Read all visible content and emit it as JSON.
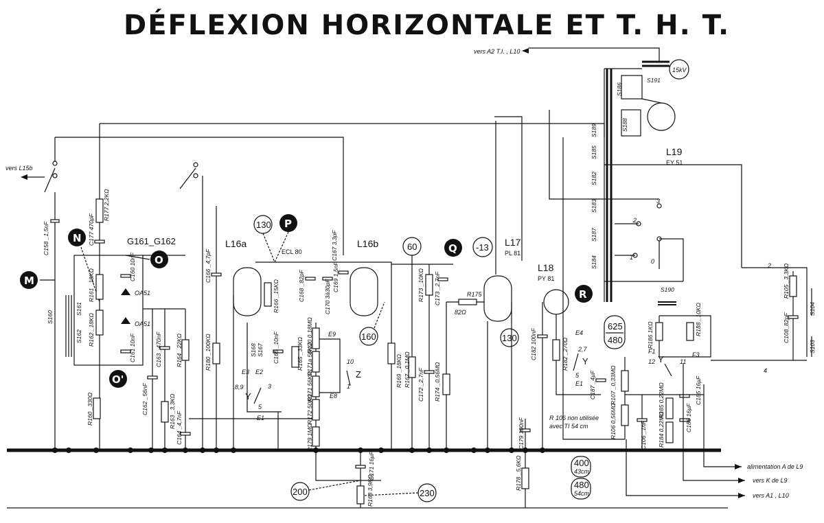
{
  "title": "DÉFLEXION HORIZONTALE ET T. H. T.",
  "markers": {
    "M": "M",
    "N": "N",
    "O": "O",
    "O_prime": "O'",
    "P": "P",
    "Q": "Q",
    "R": "R"
  },
  "circled_values": {
    "v130a": "130",
    "v60": "60",
    "vm13": "-13",
    "v160": "160",
    "v130b": "130",
    "v200": "200",
    "v230": "230",
    "v15kv": "15kV",
    "v625": "625",
    "v480a": "480",
    "v400": "400",
    "v400_sub": "43cm",
    "v480b": "480",
    "v480b_sub": "54cm"
  },
  "tubes": {
    "l16a": "L16a",
    "l16b": "L16b",
    "l16_type": "ECL 80",
    "l17": "L17",
    "l17_type": "PL 81",
    "l18": "L18",
    "l18_type": "PY 81",
    "l19": "L19",
    "l19_type": "EY 51"
  },
  "group_label": "G161_G162",
  "connections": {
    "vers_l15b": "vers L15b",
    "vers_a2": "vers  A2   T.I. , L10",
    "alim": "alimentation  A de L9",
    "vers_k": "vers K de L9",
    "vers_a1": "vers  A1 , L10"
  },
  "components": {
    "c158": "C158 _1,5nF",
    "s160": "S160",
    "s161": "S161",
    "s162": "S162",
    "r177": "R177 2,2KΩ",
    "c177": "C177 470pF",
    "r161": "R161 _18KΩ",
    "r162": "R162 _18KΩ",
    "c160": "C160 10nF",
    "c161": "C161 10nF",
    "oa51a": "OA51",
    "oa51b": "OA51",
    "r160": "R160 _330Ω",
    "c162": "C162 _56nF",
    "r163": "R163 _3,3KΩ",
    "c163": "C163 _470nF",
    "r164": "R164 _22KΩ",
    "c164": "C164 _4,7nF",
    "c166": "C166 _4,7pF",
    "r180": "R180 _100KΩ",
    "r166": "R166 _15KΩ",
    "c168": "C168 _82pF",
    "c169": "C169 1,5nF",
    "c170": "C170 3à30pF",
    "c167": "C167 3,3pF",
    "s167": "S167",
    "s168": "S168",
    "c165": "C165 _10nF",
    "r165": "R165 _33KΩ",
    "r170": "R170 0,18MΩ",
    "r171a": "R171a 50KΩ",
    "r171": "R171 56KΩ",
    "r172": "R172 50KΩ",
    "r179": "R179 1MΩ",
    "c171": "C171 16µF",
    "r168": "R168 3,9KΩ",
    "r169": "R169 _18KΩ",
    "r167": "R167 _0,1MΩ",
    "r173": "R173 _10KΩ",
    "c173": "C173 _2,7nF",
    "c172": "C172 _2,7nF",
    "r174": "R174 _0,56MΩ",
    "r175": "R175",
    "r175v": "82Ω",
    "r178": "R178 _5,6KΩ",
    "c179": "C179 100nF",
    "c182": "C182 100nF",
    "r182": "R182 _270Ω",
    "c187": "C187 _4µF",
    "r106note1": "R 106  non utilisée",
    "r106note2": "avec TI  54 cm",
    "s186": "S186",
    "s188": "S188",
    "s191": "S191",
    "s189": "S189",
    "s185": "S185",
    "s182": "S182",
    "s183": "S183",
    "s187": "S187",
    "s184": "S184",
    "s190": "S190",
    "r186": "R186 1KΩ",
    "r188": "R188 _10KΩ",
    "r107": "R107 _0,33MΩ",
    "r106": "R106 0,56MΩ",
    "c106": "C106 _1nF",
    "r185": "R185 0,22MΩ",
    "r184": "R184 0,22MΩ",
    "c185": "C185 16µF",
    "c186": "C186 16µF",
    "r105": "R105 _3,3KΩ",
    "c108": "C108_82pF",
    "s104": "S104",
    "s103": "S103"
  },
  "switch_labels": {
    "e1": "E1",
    "e2": "E2",
    "e3": "E3",
    "e4": "E4",
    "e8": "E8",
    "e9": "E9",
    "y1": "Y",
    "y2": "Y",
    "y3": "Y",
    "z": "Z",
    "n89": "8,9",
    "n3": "3",
    "n5": "5",
    "n10": "10",
    "n1": "1",
    "n27": "2,7",
    "n5b": "5",
    "f1": "F1",
    "f3": "F3",
    "n12": "12",
    "n11": "11",
    "t1": "1",
    "t2": "2",
    "t3": "3",
    "t0": "0",
    "t2b": "2",
    "t4": "4"
  }
}
